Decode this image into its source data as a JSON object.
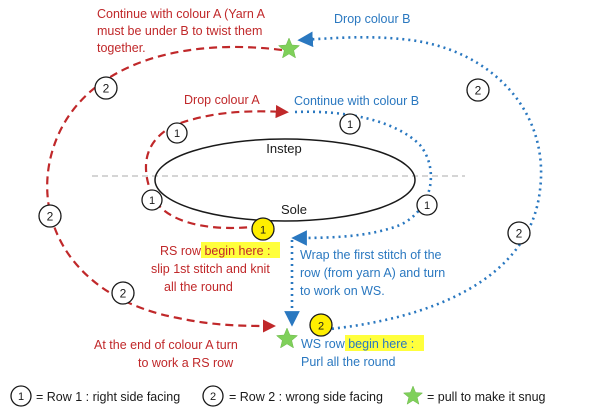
{
  "colors": {
    "colour_a": "#c0282a",
    "colour_b": "#2a78c0",
    "star": "#7fd05a",
    "highlight": "#ffff3c",
    "marker_yellow": "#ffee00"
  },
  "shapes": {
    "instep_label": "Instep",
    "sole_label": "Sole"
  },
  "notes": {
    "continue_a": [
      "Continue with colour A (Yarn A",
      "must be under B to twist them",
      "together."
    ],
    "drop_b": "Drop colour B",
    "drop_a": "Drop colour A",
    "continue_b": "Continue with colour B",
    "rs_row_prefix": "RS row ",
    "rs_begin": "begin here :",
    "rs_lines": [
      "slip 1st stitch and knit",
      "all the round"
    ],
    "wrap_lines": [
      "Wrap the first stitch of the",
      "row (from yarn A) and turn",
      "to work on WS."
    ],
    "end_colour_a": [
      "At the end of colour A turn",
      "to work a RS row"
    ],
    "ws_row_prefix": "WS row ",
    "ws_begin": "begin here :",
    "ws_line": "Purl all the round"
  },
  "markers": {
    "row1": "1",
    "row2": "2"
  },
  "legend": {
    "row1_marker": "1",
    "row1_text": "= Row 1 : right side facing",
    "row2_marker": "2",
    "row2_text": "= Row 2 : wrong side facing",
    "star_text": "= pull to make it snug"
  },
  "icons": [
    "star-icon",
    "arrow-icon"
  ]
}
